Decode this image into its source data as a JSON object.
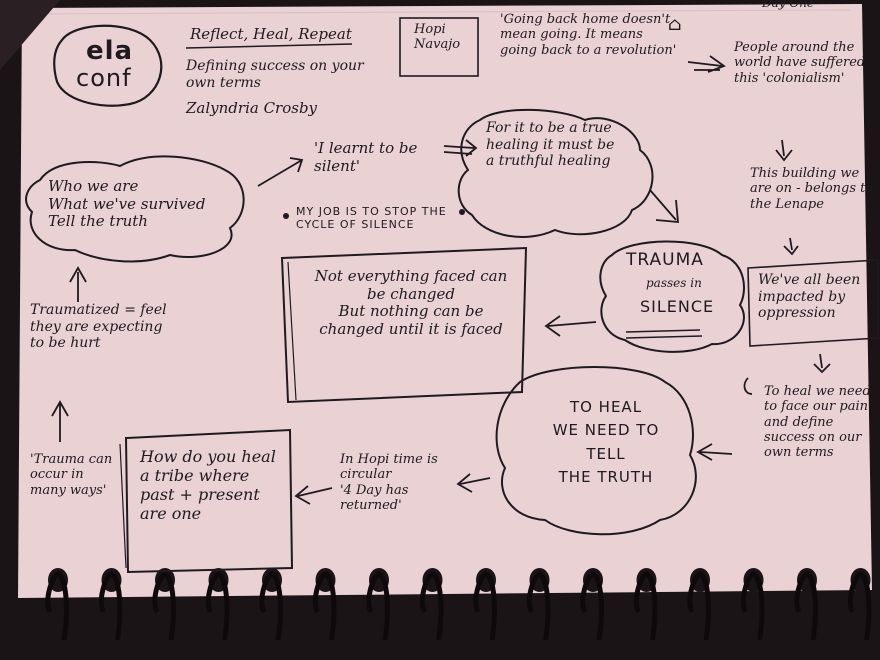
{
  "paper": {
    "color": "#e8cfd2",
    "ink": "#1e1a20"
  },
  "header": {
    "day_label": "Day One",
    "logo_line1": "ela",
    "logo_line2": "conf",
    "talk_title": "Reflect, Heal, Repeat",
    "talk_subtitle": "Defining success on your own terms",
    "speaker": "Zalyndria Crosby",
    "tribes": "Hopi\nNavajo",
    "quote_home": "'Going back home doesn't mean going. It means going back to a revolution'",
    "house_icon": "house-icon"
  },
  "notes": {
    "colonialism": "People around the world have suffered this 'colonialism'",
    "lenape": "This building we are on - belongs to the Lenape",
    "oppression": "We've all been impacted by oppression",
    "to_heal_face": "To heal we need to face our pain and define success on our own terms",
    "who_we_are": "Who we are\nWhat we've survived\nTell the truth",
    "learnt_silent": "'I learnt to be silent'",
    "truthful_healing": "For it to be a true healing it must be a truthful healing",
    "stop_silence": "MY JOB IS TO STOP THE CYCLE OF SILENCE",
    "trauma_line1": "TRAUMA",
    "trauma_line2": "passes in",
    "trauma_line3": "SILENCE",
    "not_everything": "Not everything faced can be changed\nBut nothing can be changed until it is faced",
    "traumatized": "Traumatized = feel they are expecting to be hurt",
    "to_heal_tell": "TO HEAL\nWE NEED TO\nTELL\nTHE TRUTH",
    "trauma_occur": "'Trauma can occur in many ways'",
    "heal_tribe": "How do you heal a tribe where past + present are one",
    "hopi_time": "In Hopi time is circular\n'4 Day has returned'"
  }
}
